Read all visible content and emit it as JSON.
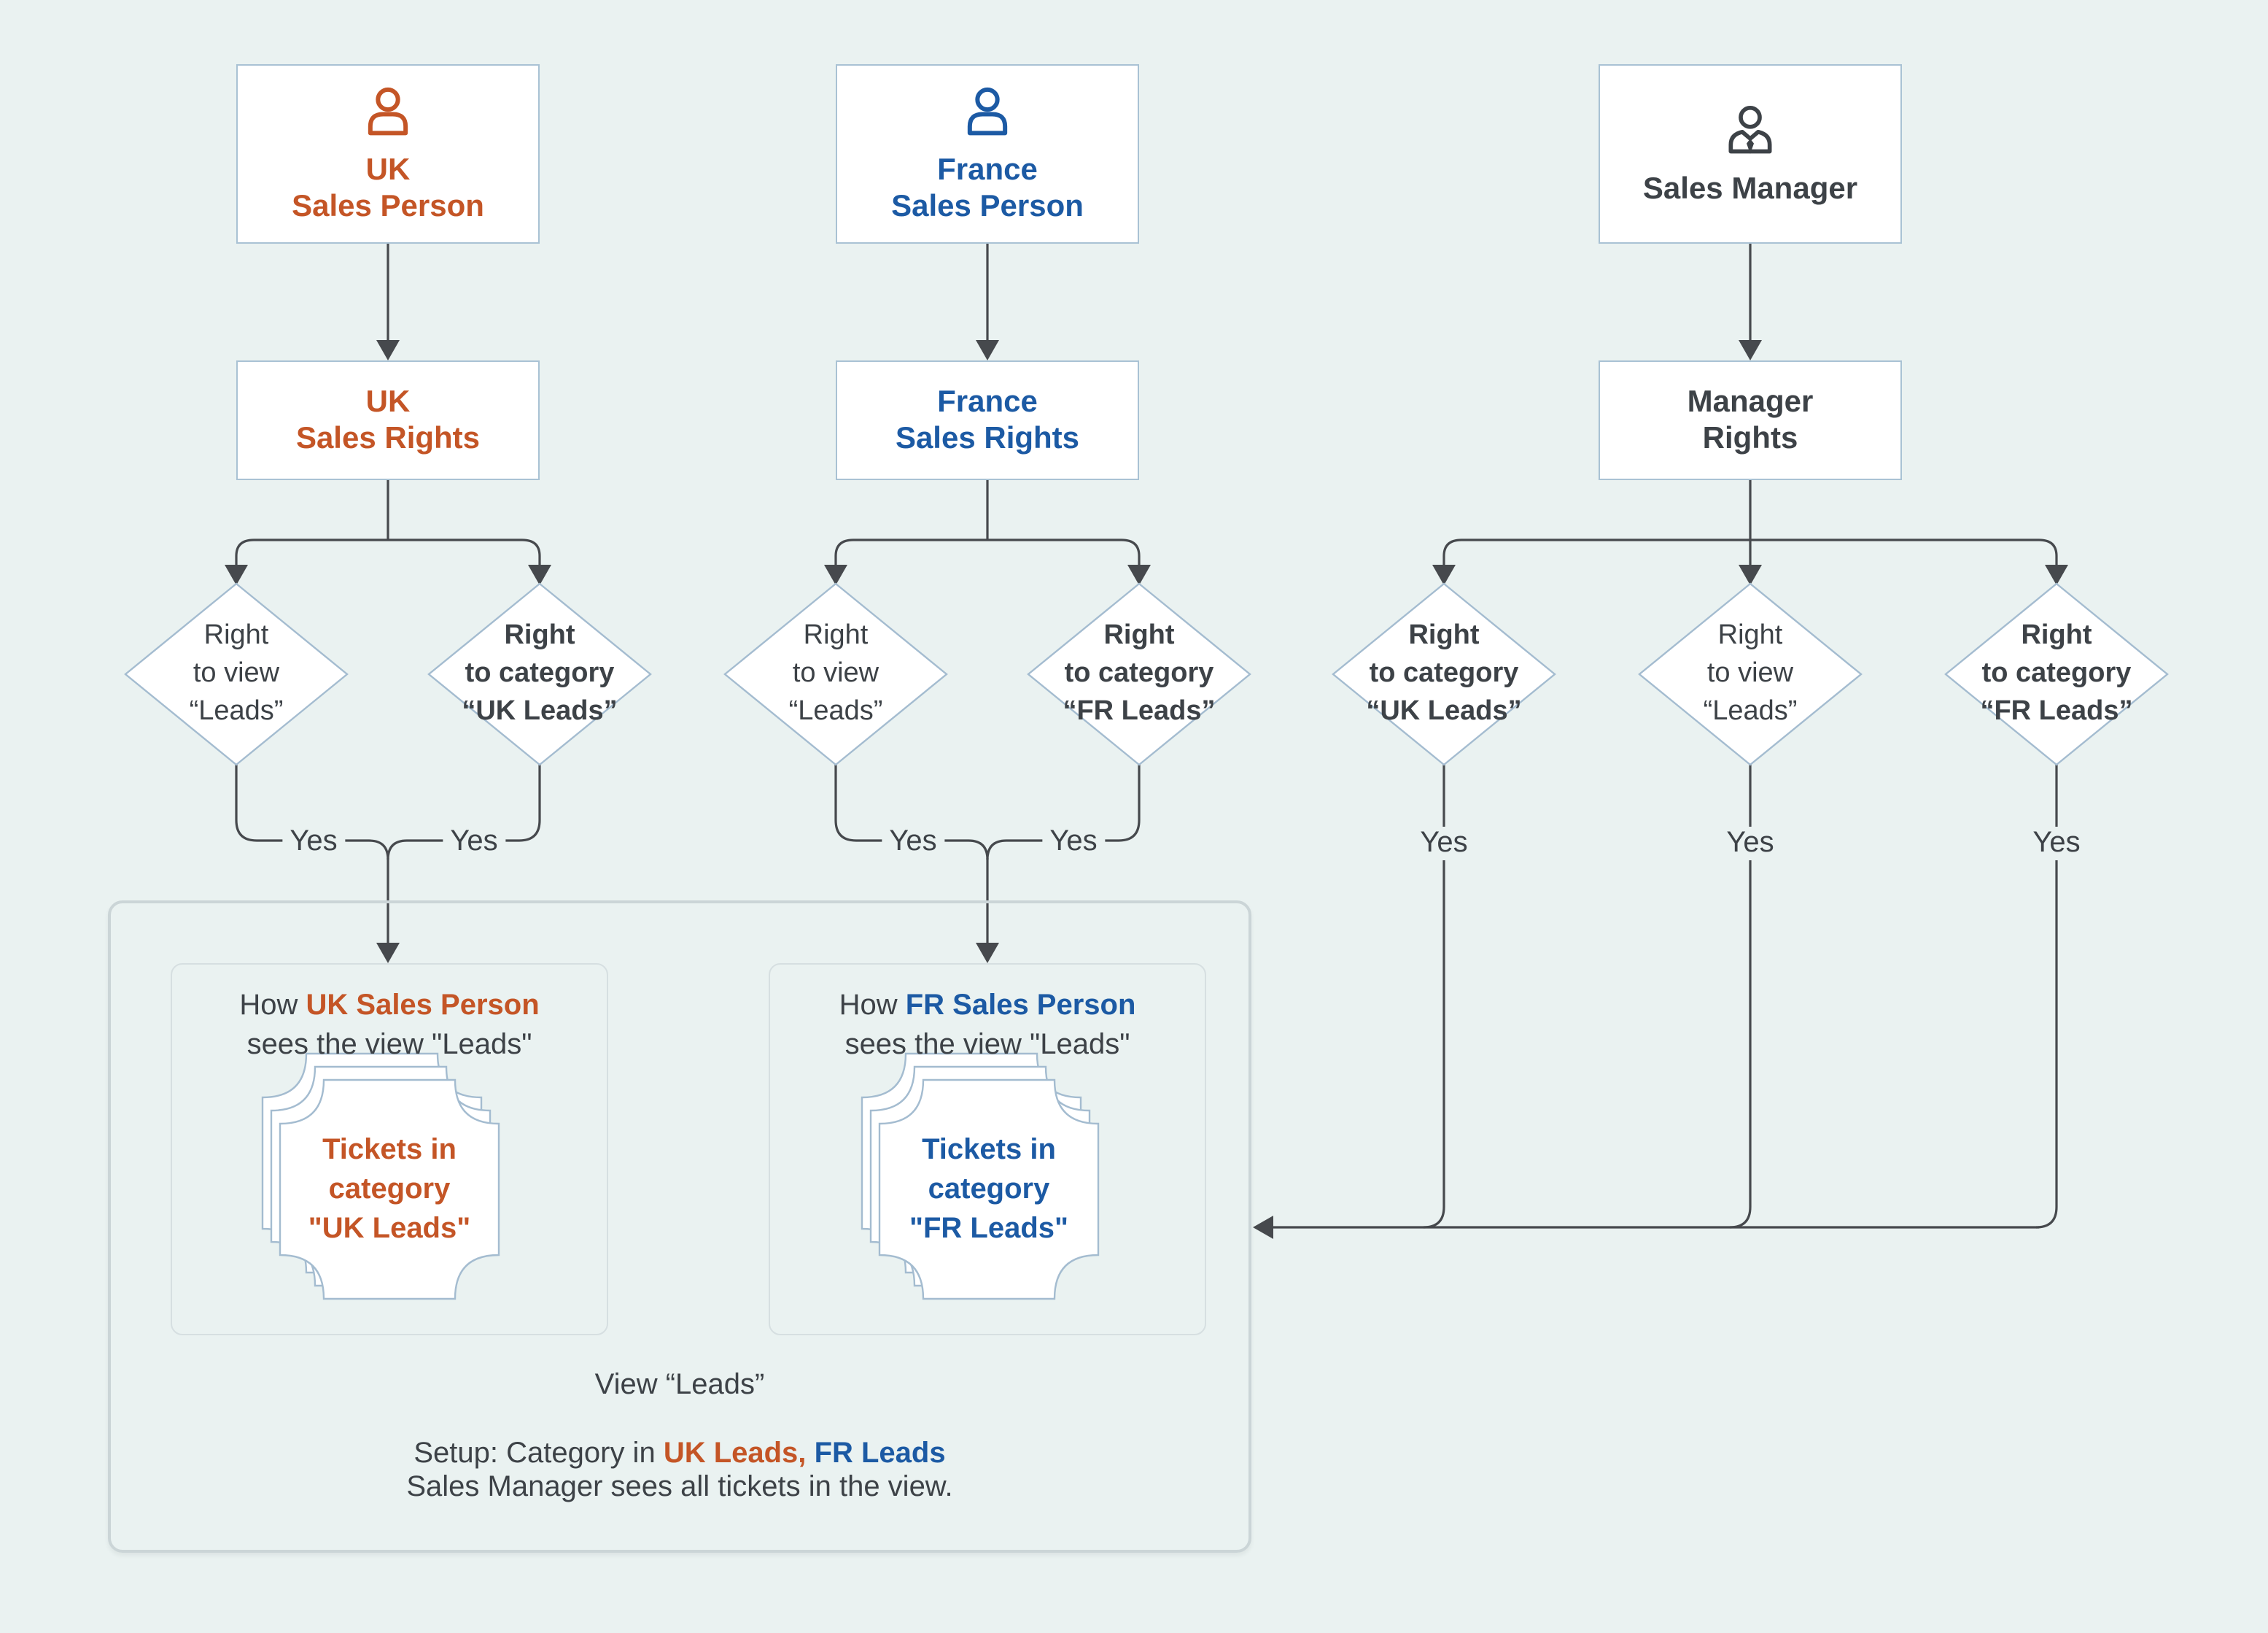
{
  "colors": {
    "accent_orange": "#c45526",
    "accent_blue": "#1c5aa4",
    "text_dark": "#3d4247",
    "connector": "#46494d",
    "background": "#eaf2f1",
    "node_border": "#a9c2d4",
    "diamond_border": "#a4bcd0",
    "container_border": "#cbd5d7",
    "inner_border": "#d6dfe1"
  },
  "yes_label": "Yes",
  "actors": [
    {
      "icon": "person-icon",
      "name_line1": "UK",
      "name_line2": "Sales Person",
      "rights_line1": "UK",
      "rights_line2": "Sales Rights"
    },
    {
      "icon": "person-icon",
      "name_line1": "France",
      "name_line2": "Sales Person",
      "rights_line1": "France",
      "rights_line2": "Sales Rights"
    },
    {
      "icon": "manager-person-icon",
      "name_line1": "Sales Manager",
      "rights_line1": "Manager",
      "rights_line2": "Rights"
    }
  ],
  "decisions": [
    {
      "lines": [
        "Right",
        "to view",
        "“Leads”"
      ]
    },
    {
      "lines": [
        "Right",
        "to category",
        "“UK Leads”"
      ]
    },
    {
      "lines": [
        "Right",
        "to view",
        "“Leads”"
      ]
    },
    {
      "lines": [
        "Right",
        "to category",
        "“FR Leads”"
      ]
    },
    {
      "lines": [
        "Right",
        "to category",
        "“UK Leads”"
      ]
    },
    {
      "lines": [
        "Right",
        "to view",
        "“Leads”"
      ]
    },
    {
      "lines": [
        "Right",
        "to category",
        "“FR Leads”"
      ]
    }
  ],
  "results": [
    {
      "title_prefix": "How",
      "title_name": "UK Sales Person",
      "title_line2": "sees the view \"Leads\"",
      "ticket_line1": "Tickets in",
      "ticket_line2": "category",
      "ticket_line3": "\"UK Leads\""
    },
    {
      "title_prefix": "How",
      "title_name": "FR Sales Person",
      "title_line2": "sees the view \"Leads\"",
      "ticket_line1": "Tickets in",
      "ticket_line2": "category",
      "ticket_line3": "\"FR Leads\""
    }
  ],
  "footer": {
    "view_title": "View “Leads”",
    "setup_prefix": "Setup: Category in",
    "setup_uk": "UK Leads,",
    "setup_fr": "FR Leads",
    "note": "Sales Manager sees all tickets in the view."
  }
}
